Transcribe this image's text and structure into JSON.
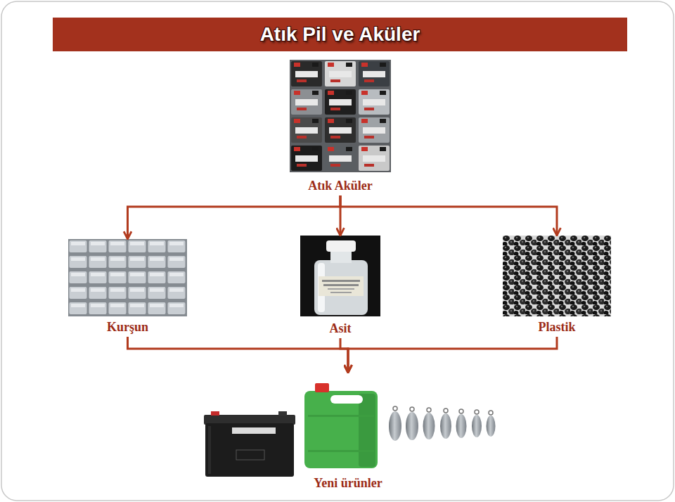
{
  "diagram": {
    "title": "Atık Pil ve Aküler",
    "nodes": [
      {
        "text": [
          "Atık Aküler"
        ]
      },
      {
        "text": [
          "Kurşun"
        ]
      },
      {
        "text": [
          "Asit"
        ]
      },
      {
        "text": [
          "Plastik"
        ]
      },
      {
        "text": [
          "Yeni ürünler"
        ]
      }
    ],
    "edges": [
      {
        "from": 0,
        "to": 1,
        "arrow": "to"
      },
      {
        "from": 0,
        "to": 2,
        "arrow": "to"
      },
      {
        "from": 0,
        "to": 3,
        "arrow": "to"
      },
      {
        "from": 1,
        "to": 4,
        "arrow": "to"
      },
      {
        "from": 2,
        "to": 4,
        "arrow": "to"
      },
      {
        "from": 3,
        "to": 4,
        "arrow": "to"
      }
    ]
  }
}
